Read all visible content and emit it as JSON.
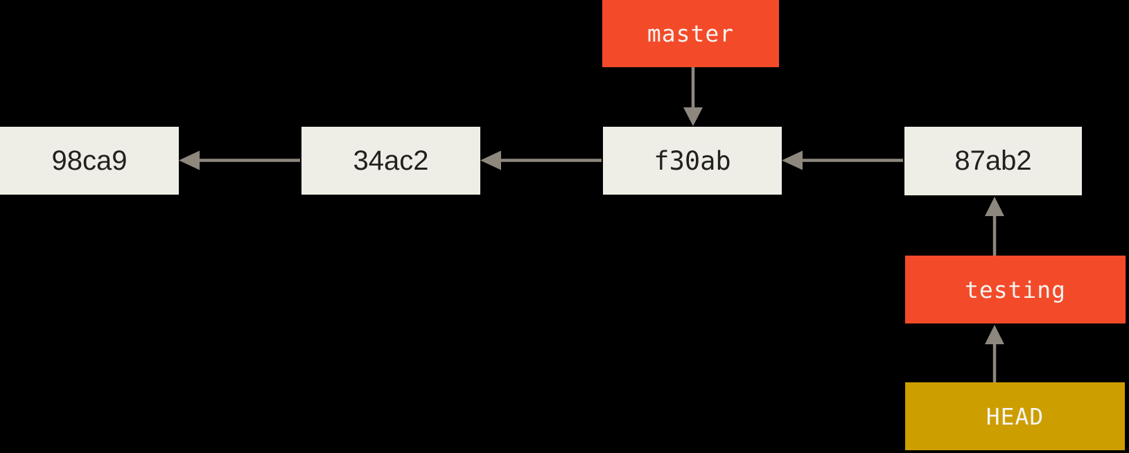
{
  "colors": {
    "background": "#000000",
    "branch_box": "#f34b2a",
    "head_box": "#cc9e00",
    "commit_box": "#efeee6",
    "commit_text": "#21211f",
    "label_text": "#f5f4f1",
    "arrow": "#8e877e"
  },
  "commits": [
    {
      "id": "98ca9"
    },
    {
      "id": "34ac2"
    },
    {
      "id": "f30ab"
    },
    {
      "id": "87ab2"
    }
  ],
  "branches": {
    "master": {
      "label": "master"
    },
    "testing": {
      "label": "testing"
    }
  },
  "head": {
    "label": "HEAD"
  },
  "edges": [
    {
      "from": "34ac2",
      "to": "98ca9"
    },
    {
      "from": "f30ab",
      "to": "34ac2"
    },
    {
      "from": "87ab2",
      "to": "f30ab"
    },
    {
      "from": "master",
      "to": "f30ab"
    },
    {
      "from": "testing",
      "to": "87ab2"
    },
    {
      "from": "HEAD",
      "to": "testing"
    }
  ]
}
